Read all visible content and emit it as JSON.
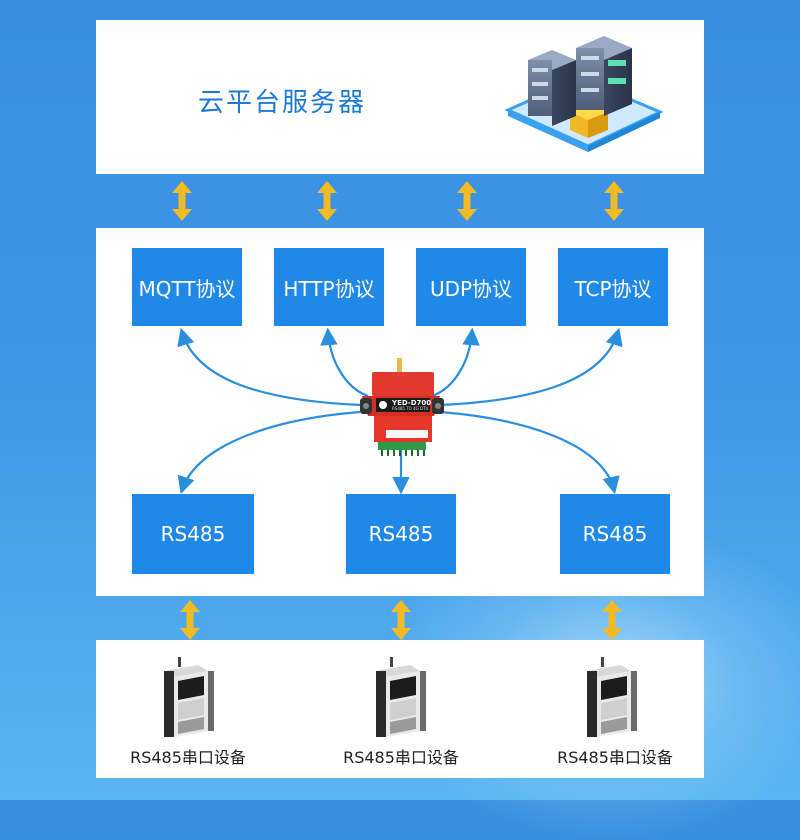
{
  "cloud": {
    "title": "云平台服务器"
  },
  "protocols": [
    {
      "label": "MQTT协议"
    },
    {
      "label": "HTTP协议"
    },
    {
      "label": "UDP协议"
    },
    {
      "label": "TCP协议"
    }
  ],
  "gateway": {
    "model": "YED-D700",
    "subtitle": "RS485 TO 4G DTU"
  },
  "ports": [
    {
      "label": "RS485"
    },
    {
      "label": "RS485"
    },
    {
      "label": "RS485"
    }
  ],
  "devices": [
    {
      "label": "RS485串口设备"
    },
    {
      "label": "RS485串口设备"
    },
    {
      "label": "RS485串口设备"
    }
  ],
  "colors": {
    "accent": "#2088e6",
    "arrow_yellow": "#f2bb26",
    "gateway_red": "#e33a2f",
    "connector_line": "#2b8fe0"
  },
  "icons": [
    "server-stack-icon",
    "gateway-device-icon",
    "serial-device-icon"
  ]
}
